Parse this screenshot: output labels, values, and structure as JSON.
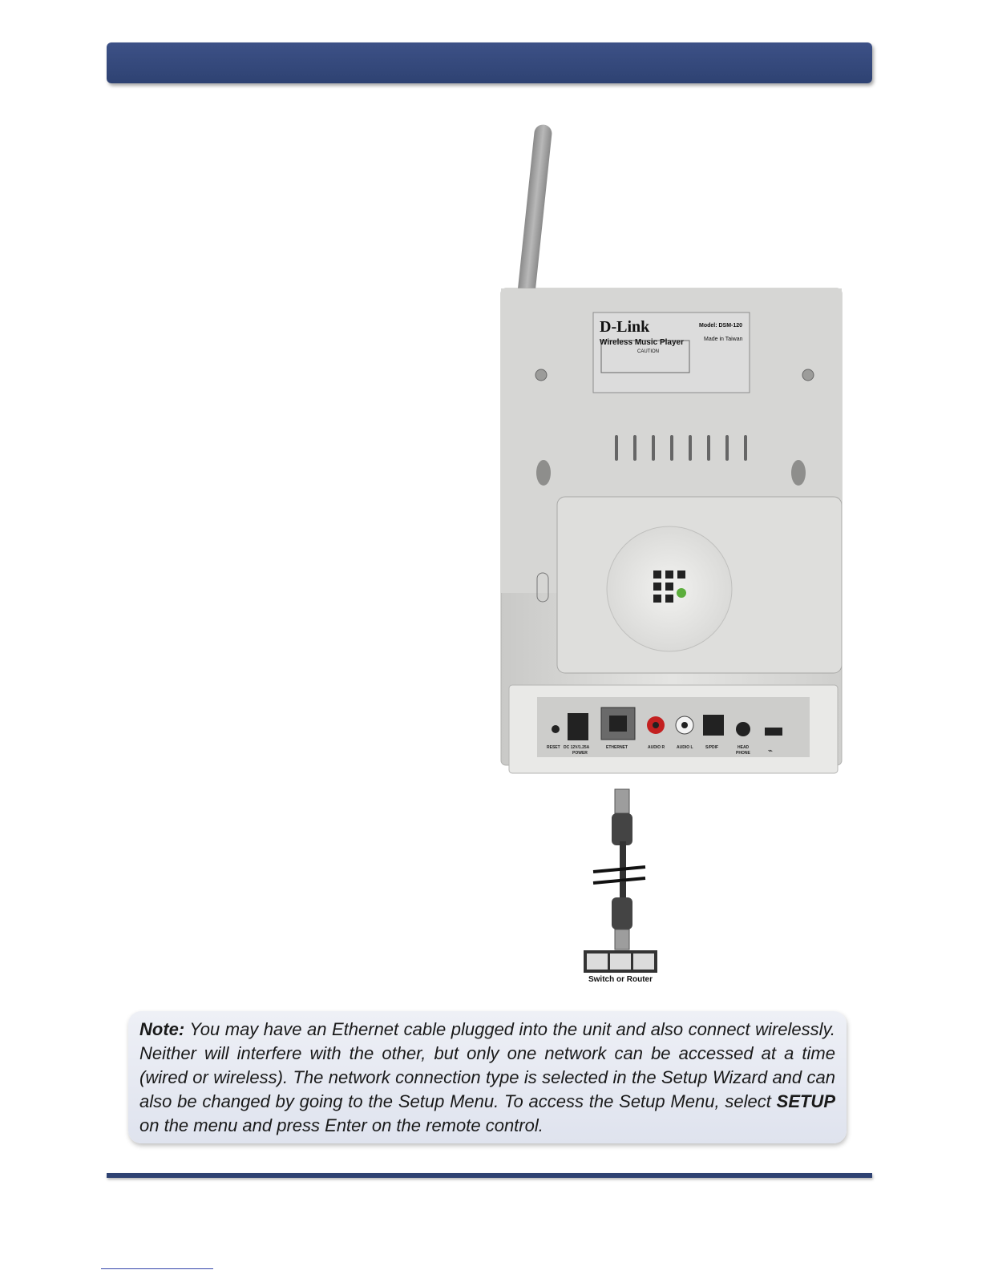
{
  "device": {
    "brand": "D-Link",
    "product_name": "Wireless Music Player",
    "model": "Model: DSM-120",
    "origin": "Made in Taiwan",
    "caution": "CAUTION",
    "ports": [
      "RESET",
      "DC 12V/1.25A",
      "ETHERNET",
      "AUDIO R",
      "AUDIO L",
      "S/PDIF",
      "HEAD",
      "PHONE"
    ],
    "power_label": "POWER"
  },
  "router_label": "Switch or Router",
  "note": {
    "label": "Note:",
    "text_before": " You may have an Ethernet cable plugged into the unit and also connect wirelessly. Neither will interfere with the other, but only one network can be accessed at a time (wired or wireless). The network connection type is selected in the Setup Wizard and can also be changed by going to the Setup Menu. To access the Setup Menu, select ",
    "emphasis": "SETUP",
    "text_after": " on the menu and press Enter on the remote control."
  }
}
